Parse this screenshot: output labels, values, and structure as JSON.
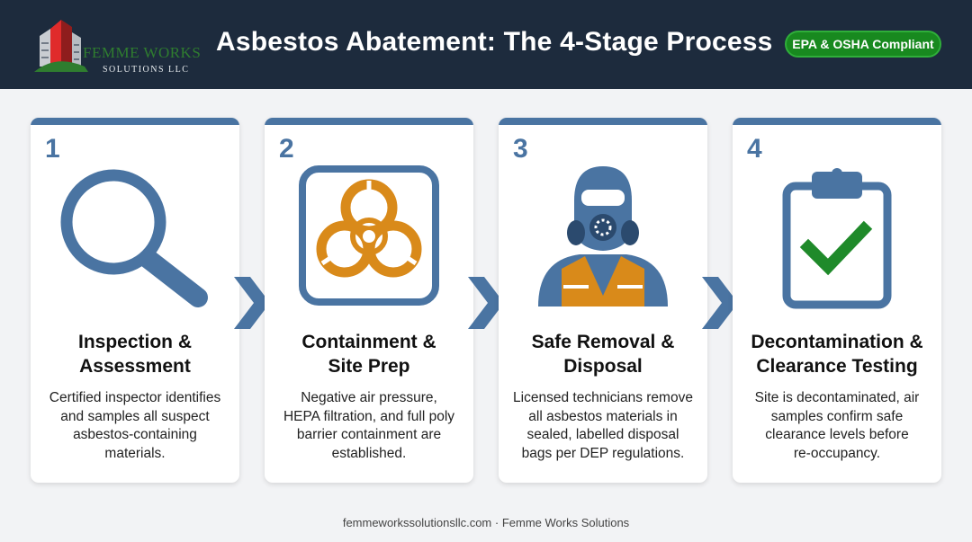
{
  "header": {
    "logo_name": "FEMME WORKS",
    "logo_sub": "SOLUTIONS LLC",
    "title": "Asbestos Abatement: The 4-Stage Process",
    "badge": "EPA & OSHA Compliant"
  },
  "colors": {
    "header_bg": "#1d2b3d",
    "accent_blue": "#4a74a2",
    "hazard_orange": "#d98a1a",
    "check_green": "#1f8a2a",
    "badge_green": "#18891f"
  },
  "stages": [
    {
      "number": "1",
      "icon": "magnifier-icon",
      "title": "Inspection &\nAssessment",
      "description": "Certified inspector identifies\nand samples all suspect\nasbestos-containing\nmaterials."
    },
    {
      "number": "2",
      "icon": "biohazard-icon",
      "title": "Containment &\nSite Prep",
      "description": "Negative air pressure,\nHEPA filtration, and full poly\nbarrier containment are\nestablished."
    },
    {
      "number": "3",
      "icon": "respirator-worker-icon",
      "title": "Safe Removal &\nDisposal",
      "description": "Licensed technicians remove\nall asbestos materials in\nsealed, labelled disposal\nbags per DEP regulations."
    },
    {
      "number": "4",
      "icon": "clipboard-check-icon",
      "title": "Decontamination &\nClearance Testing",
      "description": "Site is decontaminated, air\nsamples confirm safe\nclearance levels before\nre-occupancy."
    }
  ],
  "footer": {
    "text": "femmeworkssolutionsllc.com · Femme Works Solutions"
  }
}
